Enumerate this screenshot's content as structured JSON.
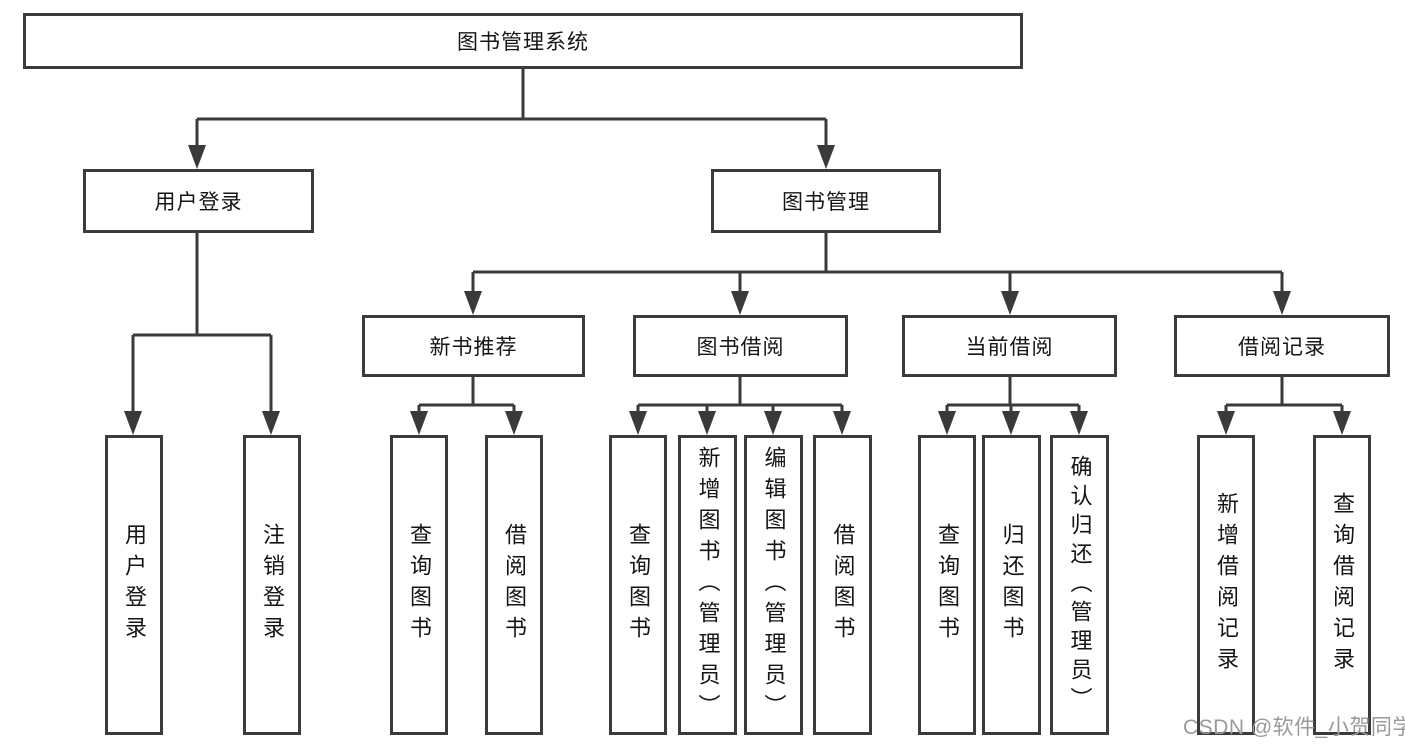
{
  "diagram": {
    "root": {
      "label": "图书管理系统"
    },
    "level2": {
      "user_login": {
        "label": "用户登录"
      },
      "book_management": {
        "label": "图书管理"
      }
    },
    "level3": {
      "new_book": {
        "label": "新书推荐"
      },
      "borrow": {
        "label": "图书借阅"
      },
      "current": {
        "label": "当前借阅"
      },
      "records": {
        "label": "借阅记录"
      }
    },
    "leaves": {
      "user_login": [
        "用户登录",
        "注销登录"
      ],
      "new_book": [
        "查询图书",
        "借阅图书"
      ],
      "borrow": [
        "查询图书",
        "新增图书（管理员）",
        "编辑图书（管理员）",
        "借阅图书"
      ],
      "current": [
        "查询图书",
        "归还图书",
        "确认归还（管理员）"
      ],
      "records": [
        "新增借阅记录",
        "查询借阅记录"
      ]
    }
  },
  "watermark": "CSDN @软件_小贺同学",
  "colors": {
    "line": "#3a3a3a",
    "box_border": "#3b3b3b",
    "text": "#151515",
    "watermark": "#9a9a9a",
    "background": "#ffffff"
  }
}
